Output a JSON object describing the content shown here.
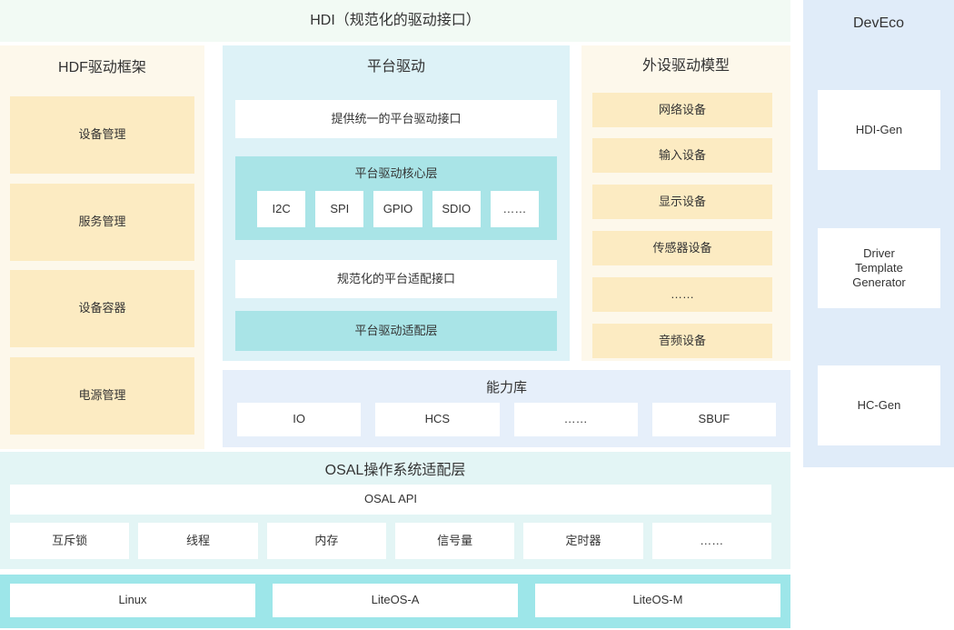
{
  "hdi": {
    "title": "HDI（规范化的驱动接口）"
  },
  "hdf_framework": {
    "title": "HDF驱动框架",
    "items": [
      {
        "label": "设备管理"
      },
      {
        "label": "服务管理"
      },
      {
        "label": "设备容器"
      },
      {
        "label": "电源管理"
      }
    ]
  },
  "platform_driver": {
    "title": "平台驱动",
    "unified_interface": "提供统一的平台驱动接口",
    "core_layer": {
      "title": "平台驱动核心层",
      "chips": [
        {
          "label": "I2C"
        },
        {
          "label": "SPI"
        },
        {
          "label": "GPIO"
        },
        {
          "label": "SDIO"
        },
        {
          "label": "……"
        }
      ]
    },
    "adaptation_interface": "规范化的平台适配接口",
    "adaptation_layer": "平台驱动适配层"
  },
  "peripheral_model": {
    "title": "外设驱动模型",
    "items": [
      {
        "label": "网络设备"
      },
      {
        "label": "输入设备"
      },
      {
        "label": "显示设备"
      },
      {
        "label": "传感器设备"
      },
      {
        "label": "……"
      },
      {
        "label": "音频设备"
      }
    ]
  },
  "capability_library": {
    "title": "能力库",
    "items": [
      {
        "label": "IO"
      },
      {
        "label": "HCS"
      },
      {
        "label": "……"
      },
      {
        "label": "SBUF"
      }
    ]
  },
  "osal": {
    "title": "OSAL操作系统适配层",
    "api": "OSAL API",
    "items": [
      {
        "label": "互斥锁"
      },
      {
        "label": "线程"
      },
      {
        "label": "内存"
      },
      {
        "label": "信号量"
      },
      {
        "label": "定时器"
      },
      {
        "label": "……"
      }
    ]
  },
  "operating_systems": {
    "items": [
      {
        "label": "Linux"
      },
      {
        "label": "LiteOS-A"
      },
      {
        "label": "LiteOS-M"
      }
    ]
  },
  "deveco": {
    "title": "DevEco",
    "items": [
      {
        "label": "HDI-Gen"
      },
      {
        "label": "Driver\nTemplate\nGenerator"
      },
      {
        "label": "HC-Gen"
      }
    ]
  },
  "colors": {
    "hdi_band": "#f2faf4",
    "cream_panel": "#fdf8eb",
    "cream_box": "#fcebc2",
    "cyan_panel": "#ddf2f7",
    "cyan_box": "#a9e4e7",
    "blue_panel": "#e6effa",
    "osal_band": "#e3f5f5",
    "os_band": "#9de6e9",
    "deveco_panel": "#e0ecf9",
    "white_box": "#ffffff",
    "text": "#333333"
  }
}
